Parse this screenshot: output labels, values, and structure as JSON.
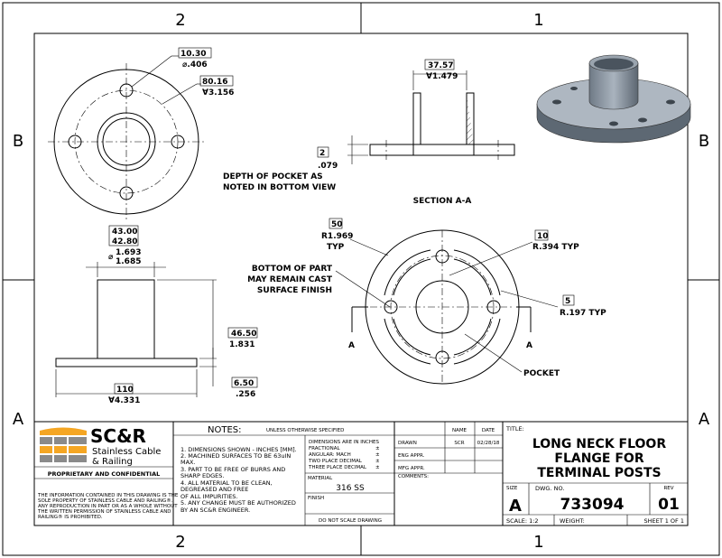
{
  "zones": {
    "top": [
      "2",
      "1"
    ],
    "bottom": [
      "2",
      "1"
    ],
    "left": [
      "B",
      "A"
    ],
    "right": [
      "B",
      "A"
    ]
  },
  "views": {
    "top": {
      "hole_dim_mm": "10.30",
      "hole_dim_in": "⌀.406",
      "bc_dim_mm": "80.16",
      "bc_dim_in": "∀3.156"
    },
    "section": {
      "neck_dim_mm": "37.57",
      "neck_dim_in": "∀1.479",
      "pocket_dim_mm": "2",
      "pocket_dim_in": ".079",
      "pocket_note": [
        "DEPTH OF POCKET AS",
        "NOTED IN BOTTOM VIEW"
      ],
      "label": "SECTION A-A"
    },
    "side": {
      "od_mm_max": "43.00",
      "od_mm_min": "42.80",
      "od_in_max": "1.693",
      "od_in_min": "1.685",
      "diameter_symbol": "⌀",
      "height_mm": "46.50",
      "height_in": "1.831",
      "thick_mm": "6.50",
      "thick_in": ".256",
      "flange_mm": "110",
      "flange_in": "∀4.331"
    },
    "bottom": {
      "r1_mm": "50",
      "r1_in": "R1.969",
      "r1_typ": "TYP",
      "r2_mm": "10",
      "r2_in": "R.394 TYP",
      "r3_mm": "5",
      "r3_in": "R.197 TYP",
      "note": [
        "BOTTOM OF PART",
        "MAY REMAIN CAST",
        "SURFACE FINISH"
      ],
      "pocket": "POCKET",
      "section_marks": [
        "A",
        "A"
      ]
    }
  },
  "logo": {
    "brand": "SC&R",
    "line1": "Stainless Cable",
    "line2": "& Railing",
    "colors": {
      "orange": "#f5a623",
      "gray": "#8a8a8a"
    }
  },
  "proprietary": {
    "heading": "PROPRIETARY AND CONFIDENTIAL",
    "text": [
      "THE INFORMATION CONTAINED IN THIS DRAWING IS THE",
      "SOLE PROPERTY OF STAINLESS CABLE AND RAILING®.",
      "ANY REPRODUCTION IN PART OR AS A WHOLE WITHOUT",
      "THE WRITTEN PERMISSION OF STAINLESS CABLE AND",
      "RAILING® IS PROHIBITED."
    ]
  },
  "notes": {
    "heading": "NOTES:",
    "subheading": "UNLESS OTHERWISE SPECIFIED",
    "items": [
      "1. DIMENSIONS SHOWN - INCHES [MM].",
      "2. MACHINED SURFACES TO BE 63uIN",
      "MAX.",
      "3. PART TO BE FREE OF BURRS AND",
      "SHARP EDGES.",
      "4. ALL MATERIAL TO BE CLEAN,",
      "DEGREASED AND FREE",
      "OF ALL IMPURITIES.",
      "5. ANY CHANGE MUST BE AUTHORIZED",
      "BY AN SC&R ENGINEER."
    ]
  },
  "tolerances": {
    "lines": [
      "DIMENSIONS ARE IN INCHES",
      "FRACTIONAL",
      "ANGULAR: MACH",
      "TWO PLACE DECIMAL",
      "THREE PLACE DECIMAL"
    ],
    "pm": "±",
    "material_label": "MATERIAL",
    "material": "316 SS",
    "finish_label": "FINISH",
    "no_scale": "DO NOT SCALE DRAWING"
  },
  "approvals": {
    "name_header": "NAME",
    "date_header": "DATE",
    "rows": [
      {
        "label": "DRAWN",
        "name": "SCR",
        "date": "02/28/18"
      },
      {
        "label": "ENG APPR.",
        "name": "",
        "date": ""
      },
      {
        "label": "MFG APPR.",
        "name": "",
        "date": ""
      }
    ],
    "comments_label": "COMMENTS:"
  },
  "title_block": {
    "title_label": "TITLE:",
    "title": [
      "LONG NECK FLOOR",
      "FLANGE FOR",
      "TERMINAL POSTS"
    ],
    "size_label": "SIZE",
    "size": "A",
    "dwg_label": "DWG. NO.",
    "dwg_no": "733094",
    "rev_label": "REV",
    "rev": "01",
    "scale": "SCALE: 1:2",
    "weight": "WEIGHT:",
    "sheet": "SHEET 1 OF 1"
  }
}
